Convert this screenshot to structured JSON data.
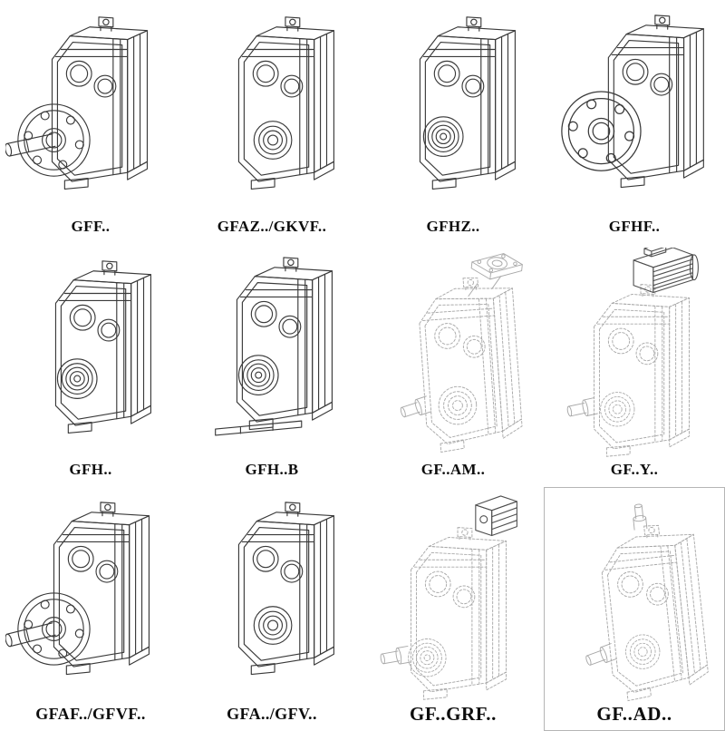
{
  "page": {
    "background": "#ffffff",
    "line_color_solid": "#3a3a3a",
    "line_color_dashed": "#a9a9a9",
    "label_color": "#0d0d0d"
  },
  "grid": {
    "rows": 3,
    "columns": 4,
    "items": [
      {
        "label": "GFF..",
        "variant": "flange-mounted-with-output-shaft",
        "line_style": "solid"
      },
      {
        "label": "GFAZ../GKVF..",
        "variant": "hollow-output-shaft-front",
        "line_style": "solid"
      },
      {
        "label": "GFHZ..",
        "variant": "hollow-shaft-bearing-left",
        "line_style": "solid"
      },
      {
        "label": "GFHF..",
        "variant": "flange-with-bolt-holes",
        "line_style": "solid"
      },
      {
        "label": "GFH..",
        "variant": "hollow-shaft-bearing-left",
        "line_style": "solid"
      },
      {
        "label": "GFH..B",
        "variant": "hollow-shaft-with-base",
        "line_style": "solid"
      },
      {
        "label": "GF..AM..",
        "variant": "input-adapter-flange",
        "line_style": "dashed"
      },
      {
        "label": "GF..Y..",
        "variant": "motor-mounted",
        "line_style": "dashed"
      },
      {
        "label": "GFAF../GFVF..",
        "variant": "flange-mounted-with-output-shaft",
        "line_style": "solid"
      },
      {
        "label": "GFA../GFV..",
        "variant": "hollow-output-shaft-front",
        "line_style": "solid"
      },
      {
        "label": "GF..GRF..",
        "variant": "input-adapter-box",
        "line_style": "dashed"
      },
      {
        "label": "GF..AD..",
        "variant": "input-shaft-on-top",
        "line_style": "dashed"
      }
    ]
  }
}
